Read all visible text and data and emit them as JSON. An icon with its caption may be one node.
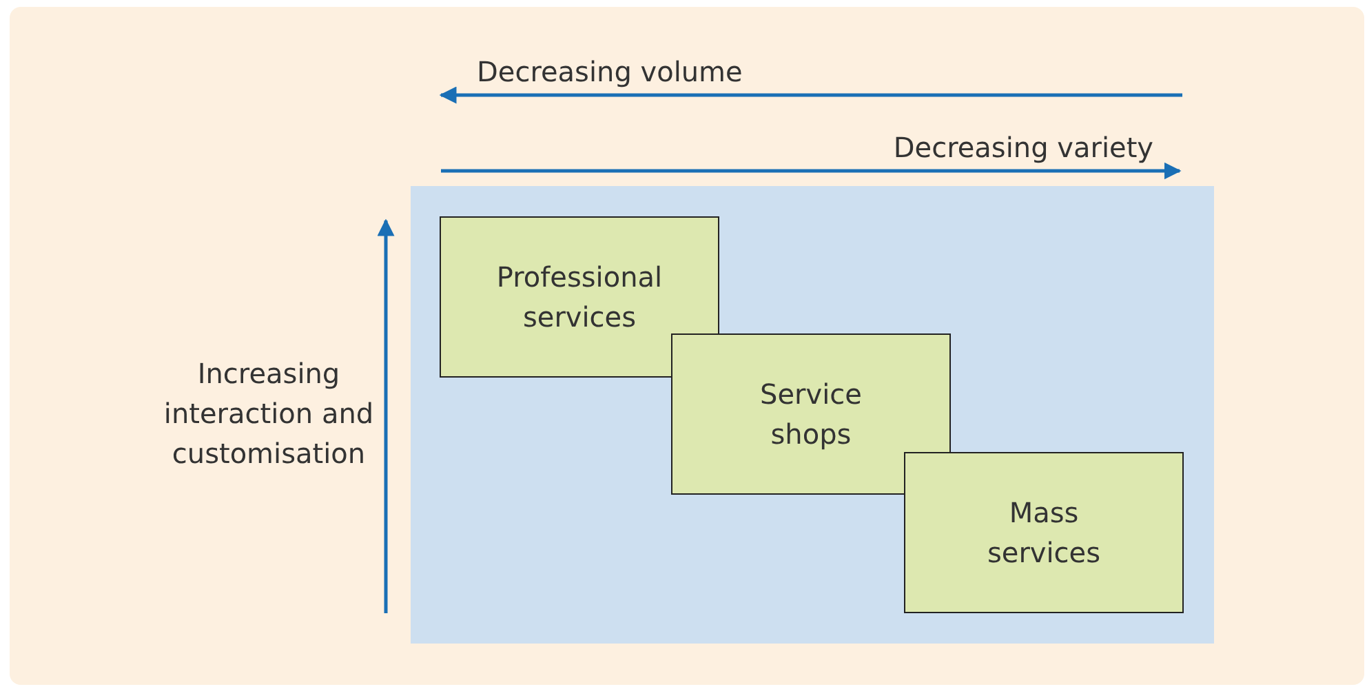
{
  "diagram": {
    "nodes": [
      {
        "text": [],
        "shape": "box"
      },
      {
        "text": [
          "Professional services"
        ],
        "in": 0
      },
      {
        "text": [
          "Service shops"
        ],
        "in": 0
      },
      {
        "text": [
          "Mass services"
        ],
        "in": 0
      }
    ],
    "labels": [
      "Decreasing volume",
      "Decreasing variety",
      "Increasing interaction and customisation"
    ]
  }
}
